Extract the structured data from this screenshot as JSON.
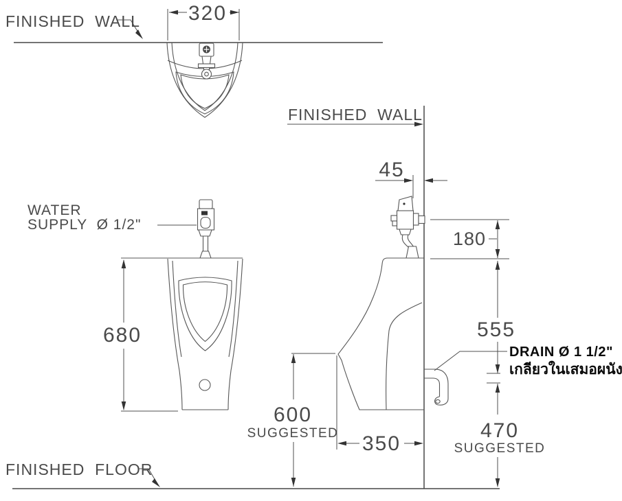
{
  "drawing": {
    "background": "#ffffff",
    "line_color": "#565656",
    "text_color": "#4a4a4a",
    "bold_text_color": "#0a0a0a"
  },
  "top_view": {
    "wall_label": "FINISHED  WALL",
    "width_dim": "320"
  },
  "front_view": {
    "water_label_1": "WATER",
    "water_label_2": "SUPPLY  Ø 1/2\"",
    "height_dim": "680"
  },
  "side_view": {
    "wall_label": "FINISHED  WALL",
    "valve_offset_dim": "45",
    "valve_drop_dim": "180",
    "rim_to_drain_dim": "555",
    "depth_dim": "350",
    "rim_height_dim": "600",
    "rim_height_note": "SUGGESTED",
    "drain_height_dim": "470",
    "drain_height_note": "SUGGESTED",
    "drain_label_en": "DRAIN Ø 1 1/2\"",
    "drain_label_th": "เกลียวในเสมอผนัง"
  },
  "floor": {
    "label": "FINISHED  FLOOR"
  }
}
